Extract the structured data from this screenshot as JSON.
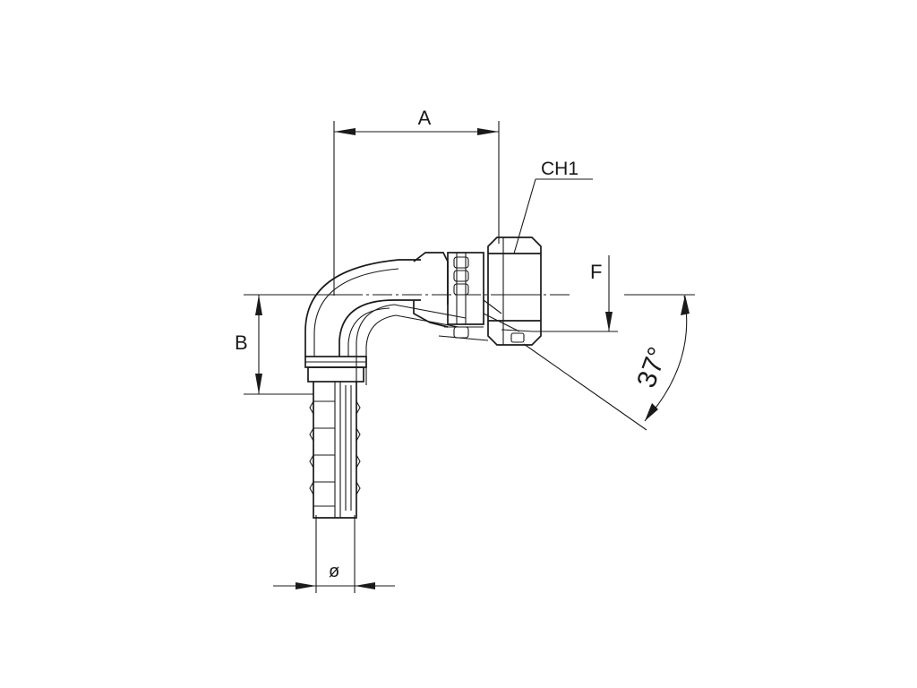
{
  "drawing": {
    "labels": {
      "dim_a": "A",
      "dim_b": "B",
      "dim_f": "F",
      "hex": "CH1",
      "diameter": "ø",
      "angle": "37°"
    }
  }
}
